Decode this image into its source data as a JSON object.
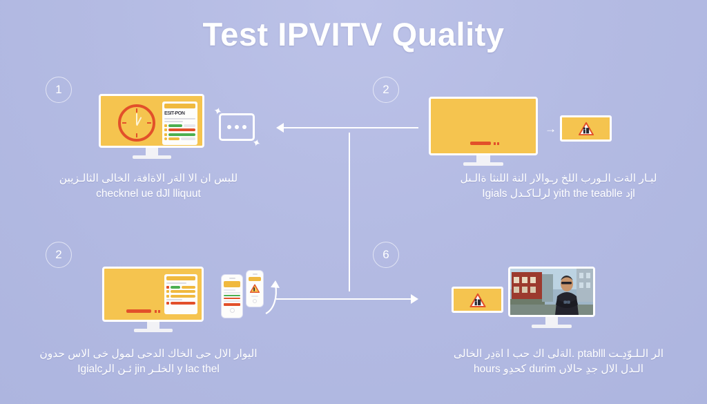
{
  "title": "Test IPVITV Quality",
  "theme": {
    "background": "#b7bee5",
    "accent_yellow": "#f5c44f",
    "accent_red": "#e2502a",
    "accent_green": "#4caf50",
    "text_white": "#ffffff"
  },
  "panels": [
    {
      "step": "1",
      "position": "top-left",
      "caption_line1": "للبس ان الا الةر الاةافة، الخالى الثالـزيين",
      "caption_line2": "checknel ue dJl lliquut",
      "screen": {
        "type": "monitor-clock-card",
        "clock_icon": "clock-icon",
        "card": {
          "title": "ESIT-PON",
          "bars": [
            "green",
            "red",
            "green",
            "yellow"
          ]
        }
      },
      "side_icon": {
        "name": "speech-bubble-icon",
        "dots": 3,
        "sparkles": 2
      }
    },
    {
      "step": "2",
      "position": "top-right",
      "caption_line1": "ليـار الةت الـورب اللخ رـوالار النة اللنثا ةالـىل",
      "caption_line2": "Igials لرلـاكـدل yith the teablle دjl",
      "screen": {
        "type": "monitor-blank-loading",
        "loading_bar": true
      },
      "side_icon": {
        "name": "warning-triangle-card-icon",
        "label": "roadwork-warning-sign"
      },
      "mini_arrow": "→"
    },
    {
      "step": "2",
      "position": "bottom-left",
      "caption_line1": "اليوار الال حى الخاك الدحى لمول خى الاس حدون",
      "caption_line2": "Igialcئـن الر jin الخلـر y lac thel",
      "screen": {
        "type": "monitor-settings-card",
        "loading_bar": true,
        "card": {
          "rows": [
            "green",
            "yellow",
            "yellow",
            "red"
          ]
        }
      },
      "side_icon": {
        "name": "two-phones-icon",
        "curved_arrow": true
      }
    },
    {
      "step": "6",
      "position": "bottom-right",
      "caption_line1": "الةلى اك حب ا اةدِر الخالى. ptablll الر الـلـوّدِـت",
      "caption_line2": "hours كحدِو durim الـدل الال جدِ حالاں",
      "screen": {
        "type": "monitor-photo",
        "photo_description": "man-in-sunglasses-city-street-photo"
      },
      "side_icon": {
        "name": "warning-triangle-card-icon",
        "label": "roadwork-warning-sign"
      }
    }
  ],
  "connectors": {
    "top_arrow": {
      "name": "arrow-left",
      "direction": "left"
    },
    "vertical": {
      "name": "vertical-connector"
    },
    "bottom_arrow": {
      "name": "arrow-right",
      "direction": "right"
    }
  }
}
